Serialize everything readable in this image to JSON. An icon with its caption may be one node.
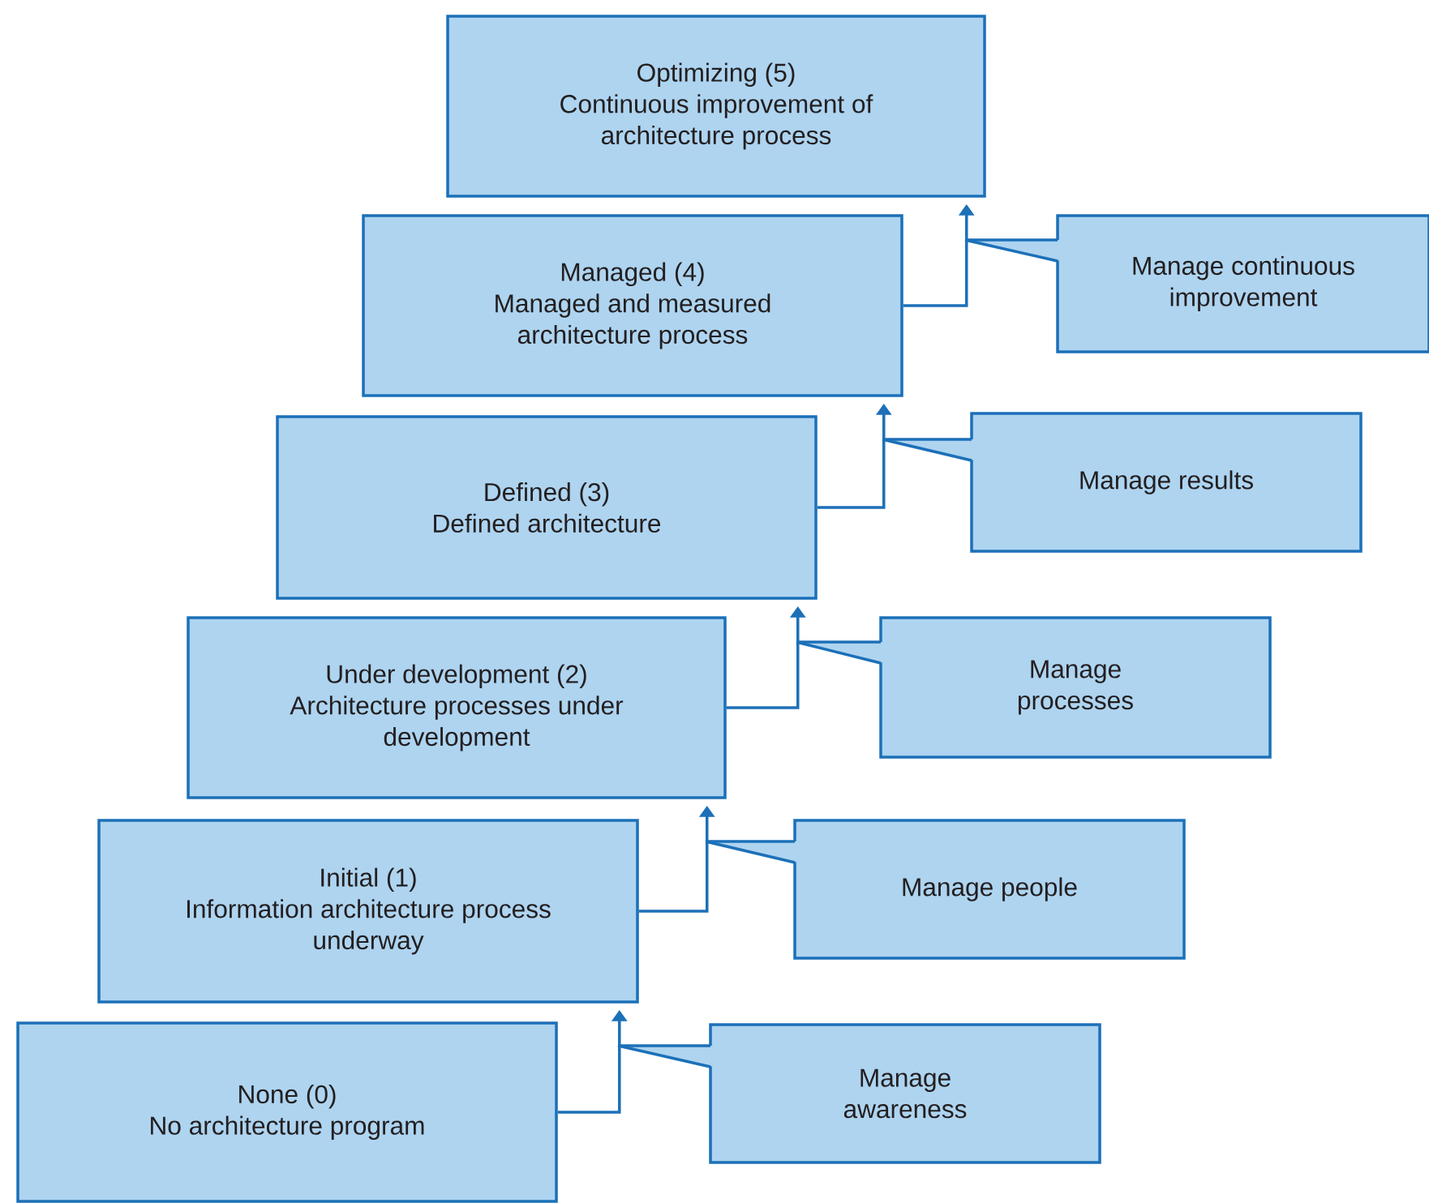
{
  "diagram": {
    "nodes": [
      {
        "text": [
          "Optimizing (5)",
          "Continuous improvement of architecture process"
        ]
      },
      {
        "text": [
          "Managed (4)",
          "Managed and measured architecture process"
        ]
      },
      {
        "text": [
          "Manage continuous improvement"
        ]
      },
      {
        "text": [
          "Defined (3)",
          "Defined architecture"
        ]
      },
      {
        "text": [
          "Manage results"
        ]
      },
      {
        "text": [
          "Under development (2)",
          "Architecture processes under development"
        ]
      },
      {
        "text": [
          "Manage processes"
        ]
      },
      {
        "text": [
          "Initial (1)",
          "Information architecture process underway"
        ]
      },
      {
        "text": [
          "Manage people"
        ]
      },
      {
        "text": [
          "None (0)",
          "No architecture program"
        ]
      },
      {
        "text": [
          "Manage awareness"
        ]
      }
    ],
    "edges": [
      {
        "from": 1,
        "to": 0,
        "arrow": "to"
      },
      {
        "from": 3,
        "to": 1,
        "arrow": "to"
      },
      {
        "from": 5,
        "to": 3,
        "arrow": "to"
      },
      {
        "from": 7,
        "to": 5,
        "arrow": "to"
      },
      {
        "from": 9,
        "to": 7,
        "arrow": "to"
      }
    ]
  }
}
